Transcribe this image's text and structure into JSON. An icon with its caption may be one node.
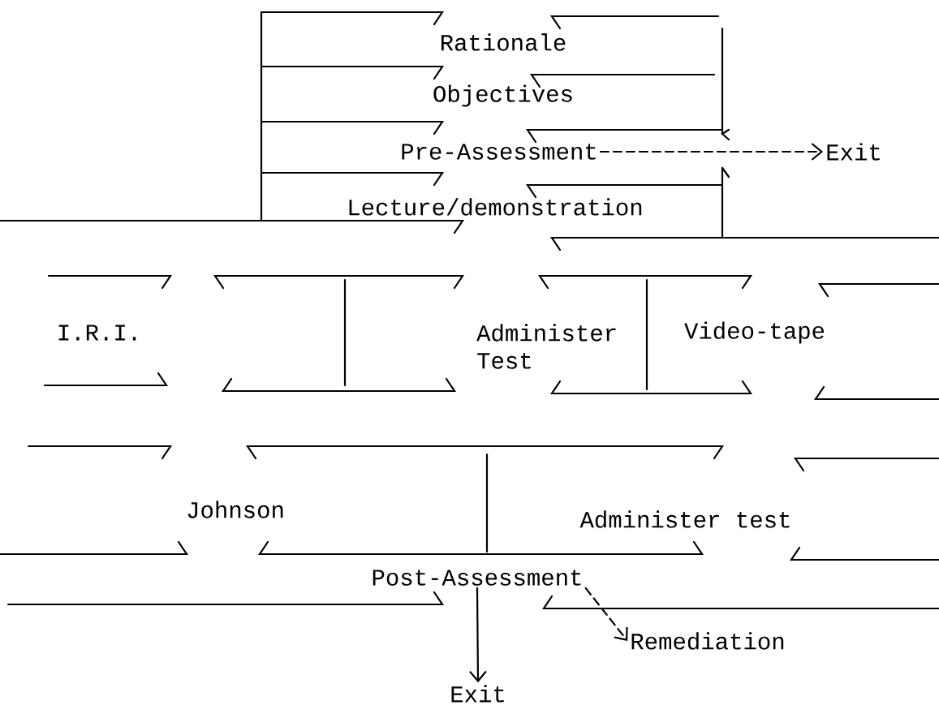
{
  "diagram": {
    "nodes": [
      {
        "text": [
          "Rationale"
        ]
      },
      {
        "text": [
          "Objectives"
        ]
      },
      {
        "text": [
          "Pre-Assessment"
        ]
      },
      {
        "text": [
          "Lecture/demonstration"
        ]
      },
      {
        "text": [
          "Exit"
        ]
      },
      {
        "text": [
          "I.R.I."
        ]
      },
      {
        "text": [
          "Administer Test"
        ]
      },
      {
        "text": [
          "Video-tape"
        ]
      },
      {
        "text": [
          "Johnson"
        ]
      },
      {
        "text": [
          "Administer test"
        ]
      },
      {
        "text": [
          "Post-Assessment"
        ]
      },
      {
        "text": [
          "Exit"
        ]
      },
      {
        "text": [
          "Remediation"
        ]
      }
    ],
    "edges": [
      {
        "from": 2,
        "to": 4,
        "arrow": "to",
        "style": "dashed"
      },
      {
        "from": 10,
        "to": 11,
        "arrow": "to"
      },
      {
        "from": 10,
        "to": 12,
        "arrow": "to",
        "style": "dashed"
      }
    ]
  }
}
